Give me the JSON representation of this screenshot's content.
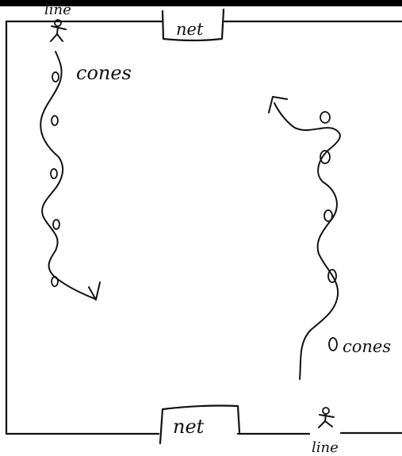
{
  "labels": {
    "line_top": "line",
    "line_bottom": "line",
    "net_top": "net",
    "net_bottom": "net",
    "cones_left": "cones",
    "cones_right": "cones"
  },
  "colors": {
    "ink": "#111111",
    "top_bar": "#000000",
    "background": "#ffffff"
  },
  "icons": {
    "player": "stick-figure-icon",
    "cone": "cone-icon",
    "arrow": "arrow-icon"
  }
}
